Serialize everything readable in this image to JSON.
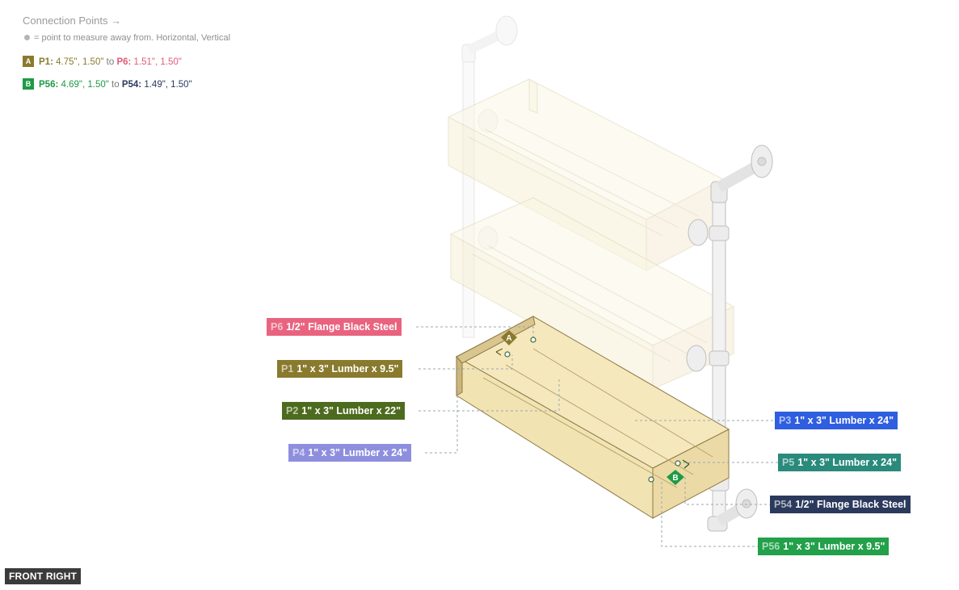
{
  "legend": {
    "title": "Connection Points",
    "hint": "= point to measure away from. Horizontal, Vertical",
    "connections": [
      {
        "badge": "A",
        "badge_color": "#8a7a2e",
        "from_id": "P1:",
        "from_val": "4.75\", 1.50\"",
        "from_color": "#8a7a2e",
        "to_text": "to",
        "to_id": "P6:",
        "to_val": "1.51\", 1.50\"",
        "to_color": "#e05c7a"
      },
      {
        "badge": "B",
        "badge_color": "#1e9a46",
        "from_id": "P56:",
        "from_val": "4.69\", 1.50\"",
        "from_color": "#1e9a46",
        "to_text": "to",
        "to_id": "P54:",
        "to_val": "1.49\", 1.50\"",
        "to_color": "#2b3a5c"
      }
    ]
  },
  "callouts": {
    "p6": {
      "id": "P6",
      "text": "1/2\" Flange Black Steel",
      "color": "#e9637f"
    },
    "p1": {
      "id": "P1",
      "text": "1\" x 3\" Lumber x 9.5\"",
      "color": "#8a7a2e"
    },
    "p2": {
      "id": "P2",
      "text": "1\" x 3\" Lumber x 22\"",
      "color": "#4d6b1e"
    },
    "p4": {
      "id": "P4",
      "text": "1\" x 3\" Lumber x 24\"",
      "color": "#8d8fde"
    },
    "p3": {
      "id": "P3",
      "text": "1\" x 3\" Lumber x 24\"",
      "color": "#2f5ee0"
    },
    "p5": {
      "id": "P5",
      "text": "1\" x 3\" Lumber x 24\"",
      "color": "#2a8a7c"
    },
    "p54": {
      "id": "P54",
      "text": "1/2\" Flange Black Steel",
      "color": "#2b3a5c"
    },
    "p56": {
      "id": "P56",
      "text": "1\" x 3\" Lumber x 9.5\"",
      "color": "#22a04a"
    }
  },
  "markers": {
    "a": "A",
    "b": "B"
  },
  "view": "FRONT RIGHT",
  "colors": {
    "wood": "#f3e5b8",
    "wood_dark": "#c9b27a",
    "pipe": "#e9e9e9"
  }
}
